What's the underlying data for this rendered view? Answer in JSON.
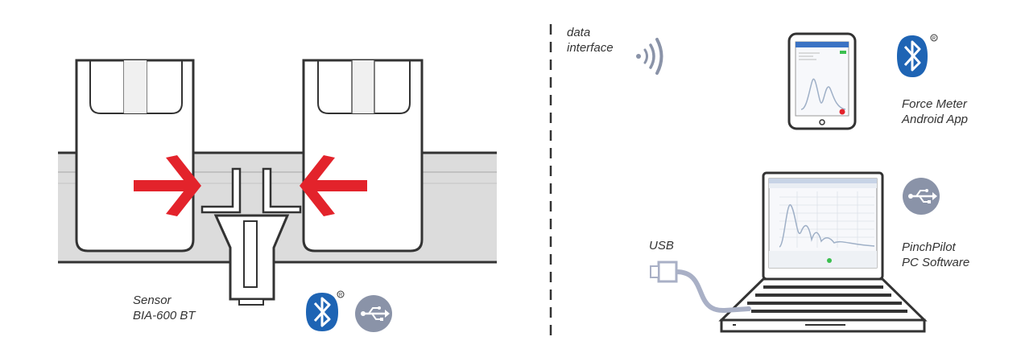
{
  "labels": {
    "sensor": [
      "Sensor",
      "BIA-600 BT"
    ],
    "data_interface": [
      "data",
      "interface"
    ],
    "app": [
      "Force Meter",
      "Android App"
    ],
    "usb": "USB",
    "software": [
      "PinchPilot",
      "PC Software"
    ]
  },
  "colors": {
    "arrow": "#e3232b",
    "bluetooth": "#1e64b4",
    "usb_badge": "#8a93a8",
    "cable": "#a9b0c6",
    "gray_band": "#dcdcdc",
    "chart_curve": "#9fb0c7"
  },
  "icons": [
    "bluetooth-icon",
    "usb-icon",
    "wireless-signal-icon",
    "tablet-icon",
    "laptop-icon",
    "usb-cable-icon",
    "registered-mark-icon"
  ]
}
